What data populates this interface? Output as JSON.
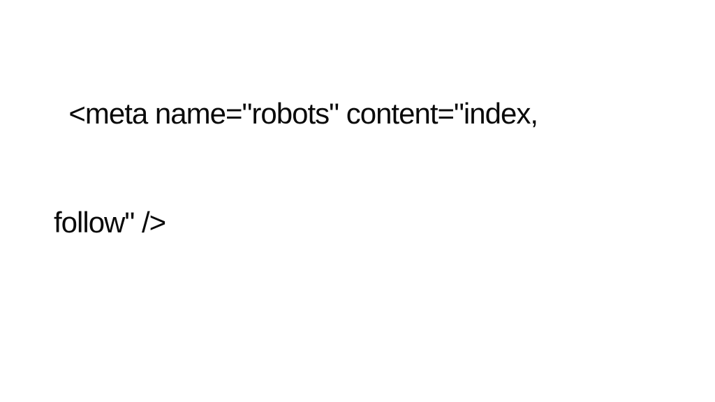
{
  "slide": {
    "background_color": "#ffffff",
    "text_color": "#0a0a0a",
    "code_full": "<meta name=\"robots\" content=\"index, follow\" />",
    "code_lines": [
      "  <meta name=\"robots\" content=\"index,",
      "follow\" />"
    ]
  }
}
